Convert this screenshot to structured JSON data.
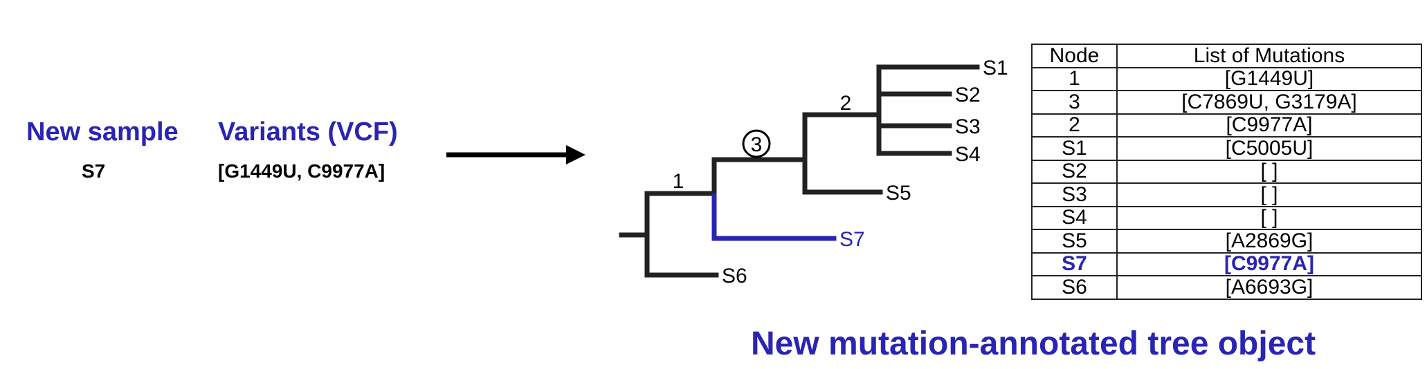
{
  "left_panel": {
    "sample_header": "New sample",
    "sample_value": "S7",
    "variants_header": "Variants (VCF)",
    "variants_value": "[G1449U, C9977A]"
  },
  "tree": {
    "branch_labels": [
      "1",
      "3",
      "2"
    ],
    "leaves": [
      "S1",
      "S2",
      "S3",
      "S4",
      "S5",
      "S7",
      "S6"
    ],
    "new_leaf": "S7"
  },
  "table": {
    "headers": [
      "Node",
      "List of Mutations"
    ],
    "rows": [
      [
        "1",
        "[G1449U]"
      ],
      [
        "3",
        "[C7869U, G3179A]"
      ],
      [
        "2",
        "[C9977A]"
      ],
      [
        "S1",
        "[C5005U]"
      ],
      [
        "S2",
        "[ ]"
      ],
      [
        "S3",
        "[ ]"
      ],
      [
        "S4",
        "[ ]"
      ],
      [
        "S5",
        "[A2869G]"
      ],
      [
        "S7",
        "[C9977A]"
      ],
      [
        "S6",
        "[A6693G]"
      ]
    ],
    "highlight_row": 8
  },
  "caption": "New mutation-annotated tree object",
  "colors": {
    "accent": "#2a24b4",
    "line": "#222222"
  }
}
